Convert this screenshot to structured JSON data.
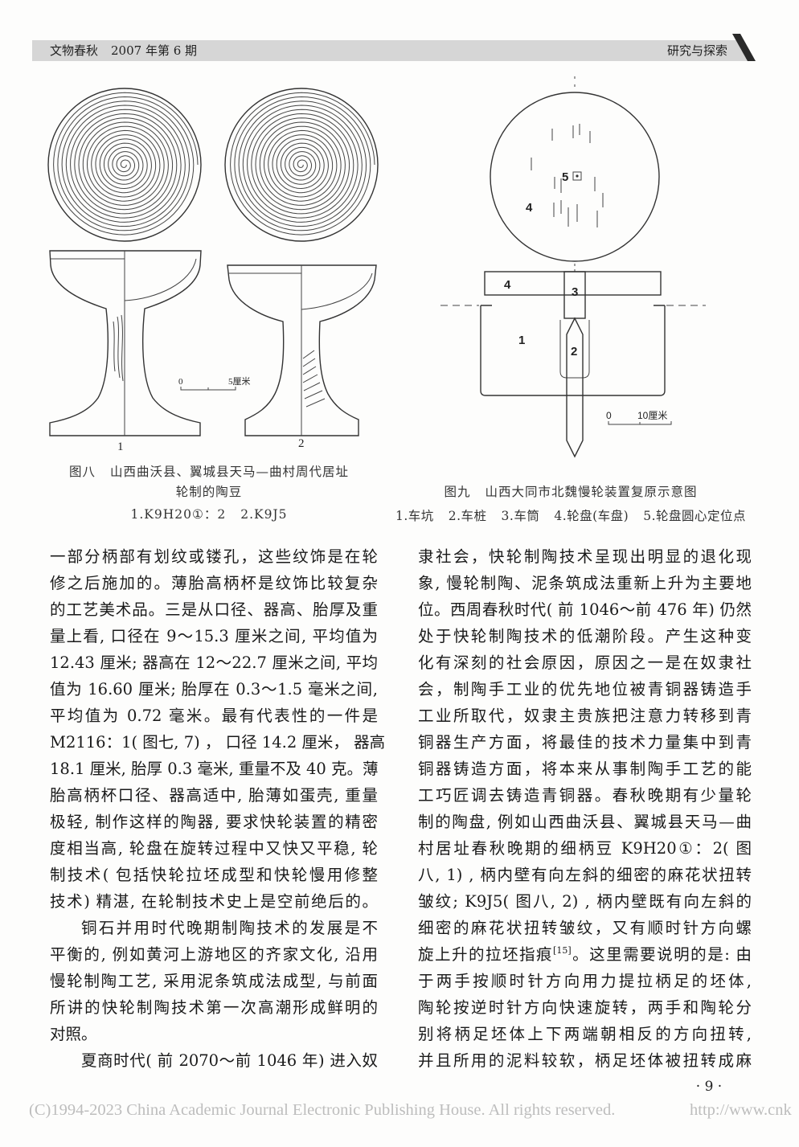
{
  "header": {
    "journal": "文物春秋",
    "issue": "2007 年第 6 期",
    "section": "研究与探索"
  },
  "figure8": {
    "item_labels": [
      "1",
      "2"
    ],
    "scale": {
      "start": "0",
      "end": "5厘米"
    },
    "caption": {
      "label": "图八",
      "title_line1": "山西曲沃县、翼城县天马—曲村周代居址",
      "title_line2": "轮制的陶豆",
      "items": [
        "1.K9H20①：2",
        "2.K9J5"
      ]
    }
  },
  "figure9": {
    "part_labels": {
      "locator": "5",
      "plate_top": "4",
      "plate": "4",
      "sleeve": "3",
      "pit": "1",
      "stake": "2"
    },
    "scale": {
      "start": "0",
      "end": "10厘米"
    },
    "caption": {
      "label": "图九",
      "title": "山西大同市北魏慢轮装置复原示意图",
      "legend": [
        "1.车坑",
        "2.车桩",
        "3.车筒",
        "4.轮盘(车盘)",
        "5.轮盘圆心定位点"
      ]
    }
  },
  "body": {
    "left": [
      "一部分柄部有划纹或镂孔，这些纹饰是在轮",
      "修之后施加的。薄胎高柄杯是纹饰比较复杂",
      "的工艺美术品。三是从口径、器高、胎厚及重",
      "量上看, 口径在 9～15.3 厘米之间, 平均值为",
      "12.43 厘米; 器高在 12～22.7 厘米之间, 平均",
      "值为 16.60 厘米; 胎厚在 0.3～1.5 毫米之间,",
      "平均值为 0.72 毫米。最有代表性的一件是",
      "M2116：1( 图七, 7) ， 口径 14.2 厘米， 器高",
      "18.1 厘米, 胎厚 0.3 毫米, 重量不及 40 克。薄",
      "胎高柄杯口径、器高适中, 胎薄如蛋壳, 重量",
      "极轻, 制作这样的陶器, 要求快轮装置的精密",
      "度相当高, 轮盘在旋转过程中又快又平稳, 轮",
      "制技术( 包括快轮拉坯成型和快轮慢用修整",
      "技术) 精湛, 在轮制技术史上是空前绝后的。",
      "铜石并用时代晚期制陶技术的发展是不",
      "平衡的, 例如黄河上游地区的齐家文化, 沿用",
      "慢轮制陶工艺, 采用泥条筑成法成型, 与前面",
      "所讲的快轮制陶技术第一次高潮形成鲜明的",
      "对照。",
      "夏商时代( 前 2070～前 1046 年) 进入奴"
    ],
    "right": [
      "隶社会，快轮制陶技术呈现出明显的退化现",
      "象, 慢轮制陶、泥条筑成法重新上升为主要地",
      "位。西周春秋时代( 前 1046～前 476 年) 仍然",
      "处于快轮制陶技术的低潮阶段。产生这种变",
      "化有深刻的社会原因，原因之一是在奴隶社",
      "会，制陶手工业的优先地位被青铜器铸造手",
      "工业所取代，奴隶主贵族把注意力转移到青",
      "铜器生产方面，将最佳的技术力量集中到青",
      "铜器铸造方面，将本来从事制陶手工艺的能",
      "工巧匠调去铸造青铜器。春秋晚期有少量轮",
      "制的陶盘, 例如山西曲沃县、翼城县天马—曲",
      "村居址春秋晚期的细柄豆 K9H20①：2( 图",
      "八, 1) , 柄内壁有向左斜的细密的麻花状扭转",
      "皱纹; K9J5( 图八, 2) , 柄内壁既有向左斜的",
      "细密的麻花状扭转皱纹，又有顺时针方向螺",
      {
        "before": "旋上升的拉坯指痕",
        "ref": "[15]",
        "after": "。这里需要说明的是: 由"
      },
      "于两手按顺时针方向用力提拉柄足的坯体,",
      "陶轮按逆时针方向快速旋转，两手和陶轮分",
      "别将柄足坯体上下两端朝相反的方向扭转,",
      "并且所用的泥料较软，柄足坯体被扭转成麻"
    ]
  },
  "page_number": "· 9 ·",
  "footer": {
    "copyright": "(C)1994-2023 China Academic Journal Electronic Publishing House. All rights reserved.",
    "url": "http://www.cnk"
  }
}
